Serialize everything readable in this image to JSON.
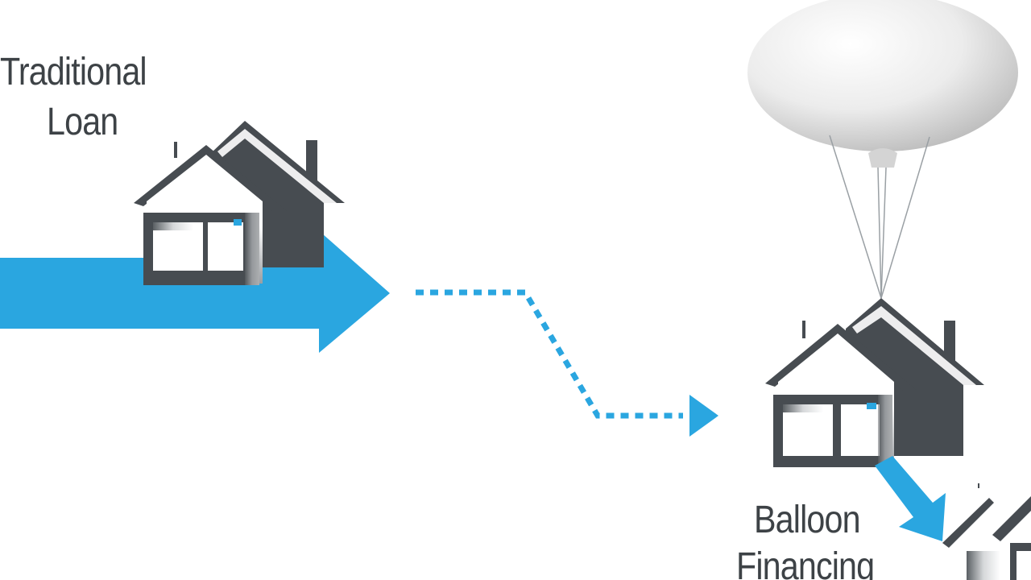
{
  "labels": {
    "traditional_line1": "Traditional",
    "traditional_line2": "Loan",
    "balloon_line1": "Balloon",
    "balloon_line2": "Financing"
  },
  "colors": {
    "accent_blue": "#2aa6e0",
    "house_dark": "#474c51",
    "text": "#3d4246",
    "balloon_light": "#f4f4f4",
    "balloon_shadow": "#c9c9c9"
  },
  "icons": [
    "wide-arrow-icon",
    "house-icon",
    "dotted-arrow-icon",
    "balloon-icon",
    "small-arrow-icon"
  ]
}
